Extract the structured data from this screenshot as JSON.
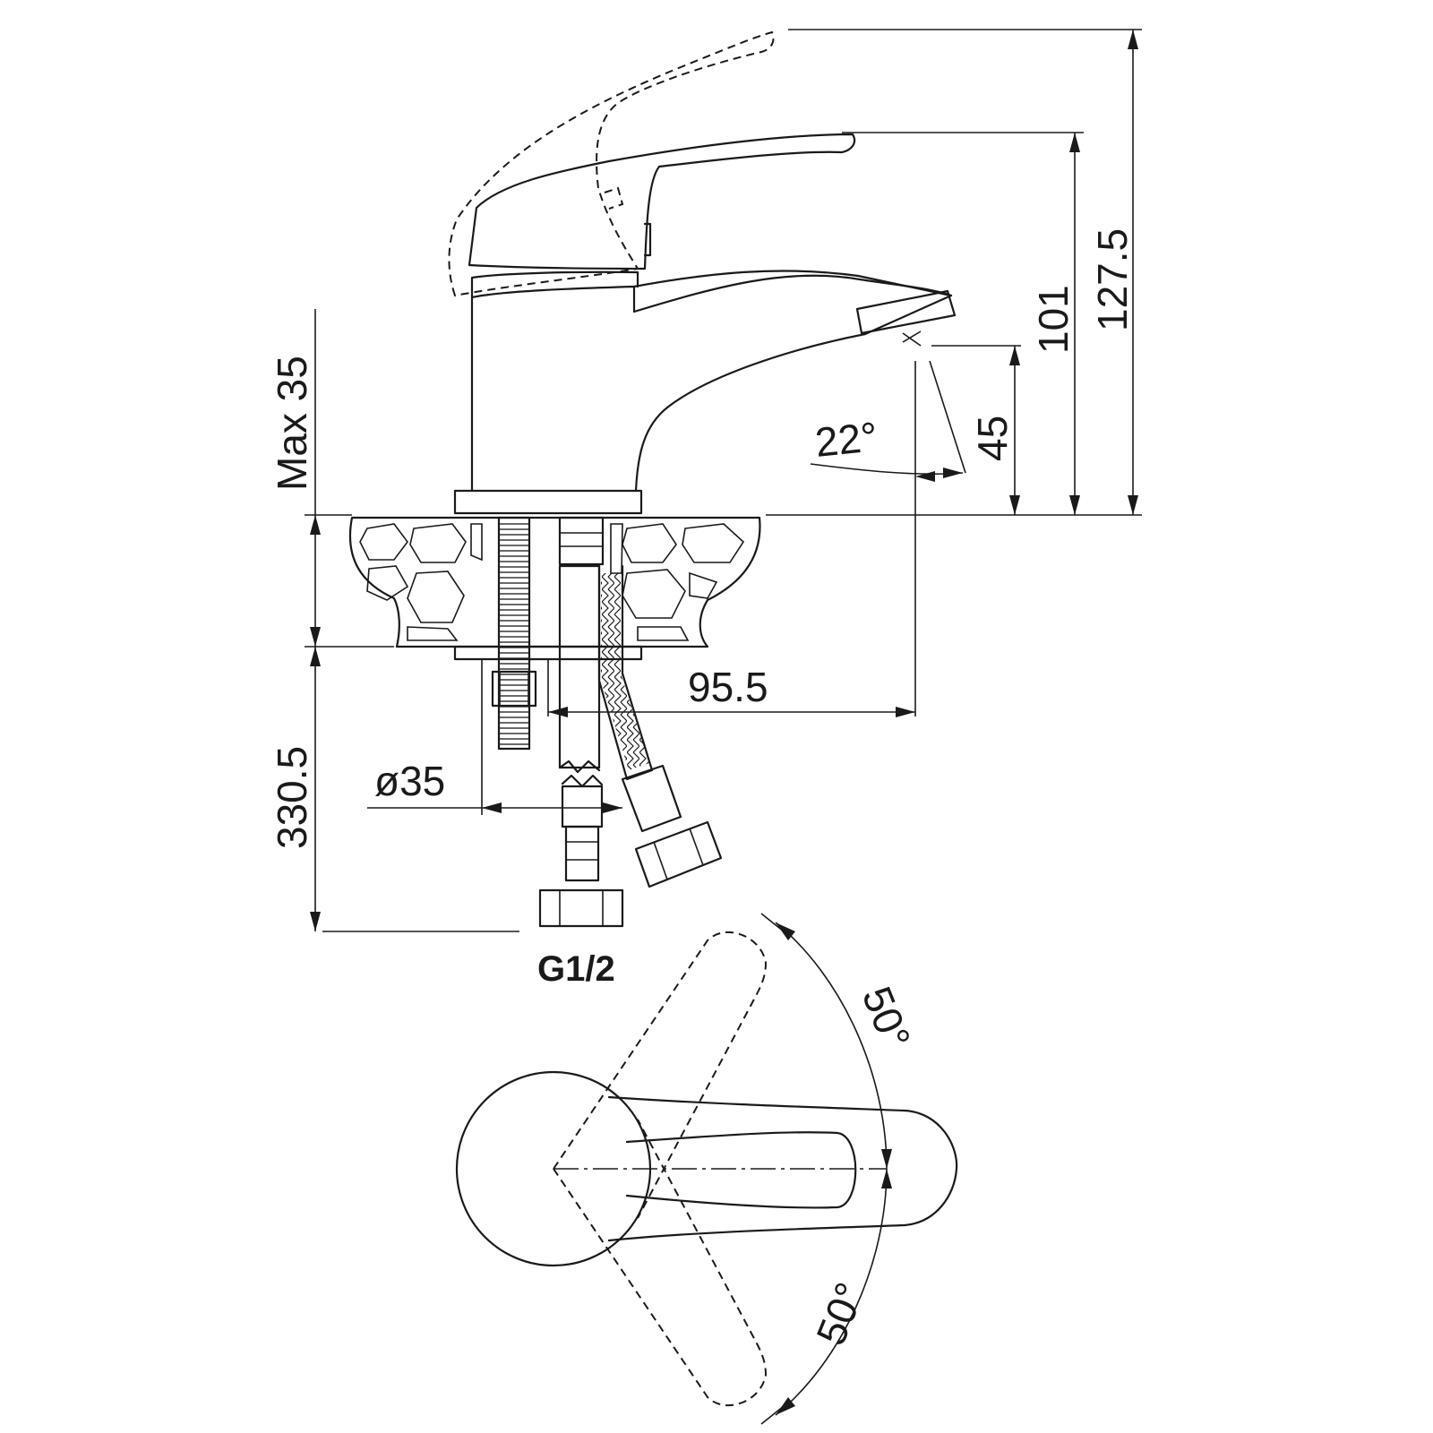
{
  "drawing": {
    "dimensions": {
      "total_height": "127.5",
      "spout_top_height": "101",
      "aerator_height": "45",
      "spout_angle": "22°",
      "max_deck_thickness": "Max 35",
      "hose_length": "330.5",
      "spout_reach": "95.5",
      "mount_hole_diameter": "ø35",
      "lever_angle_top": "50°",
      "lever_angle_bottom": "50°"
    },
    "connection_label": "G1/2"
  }
}
